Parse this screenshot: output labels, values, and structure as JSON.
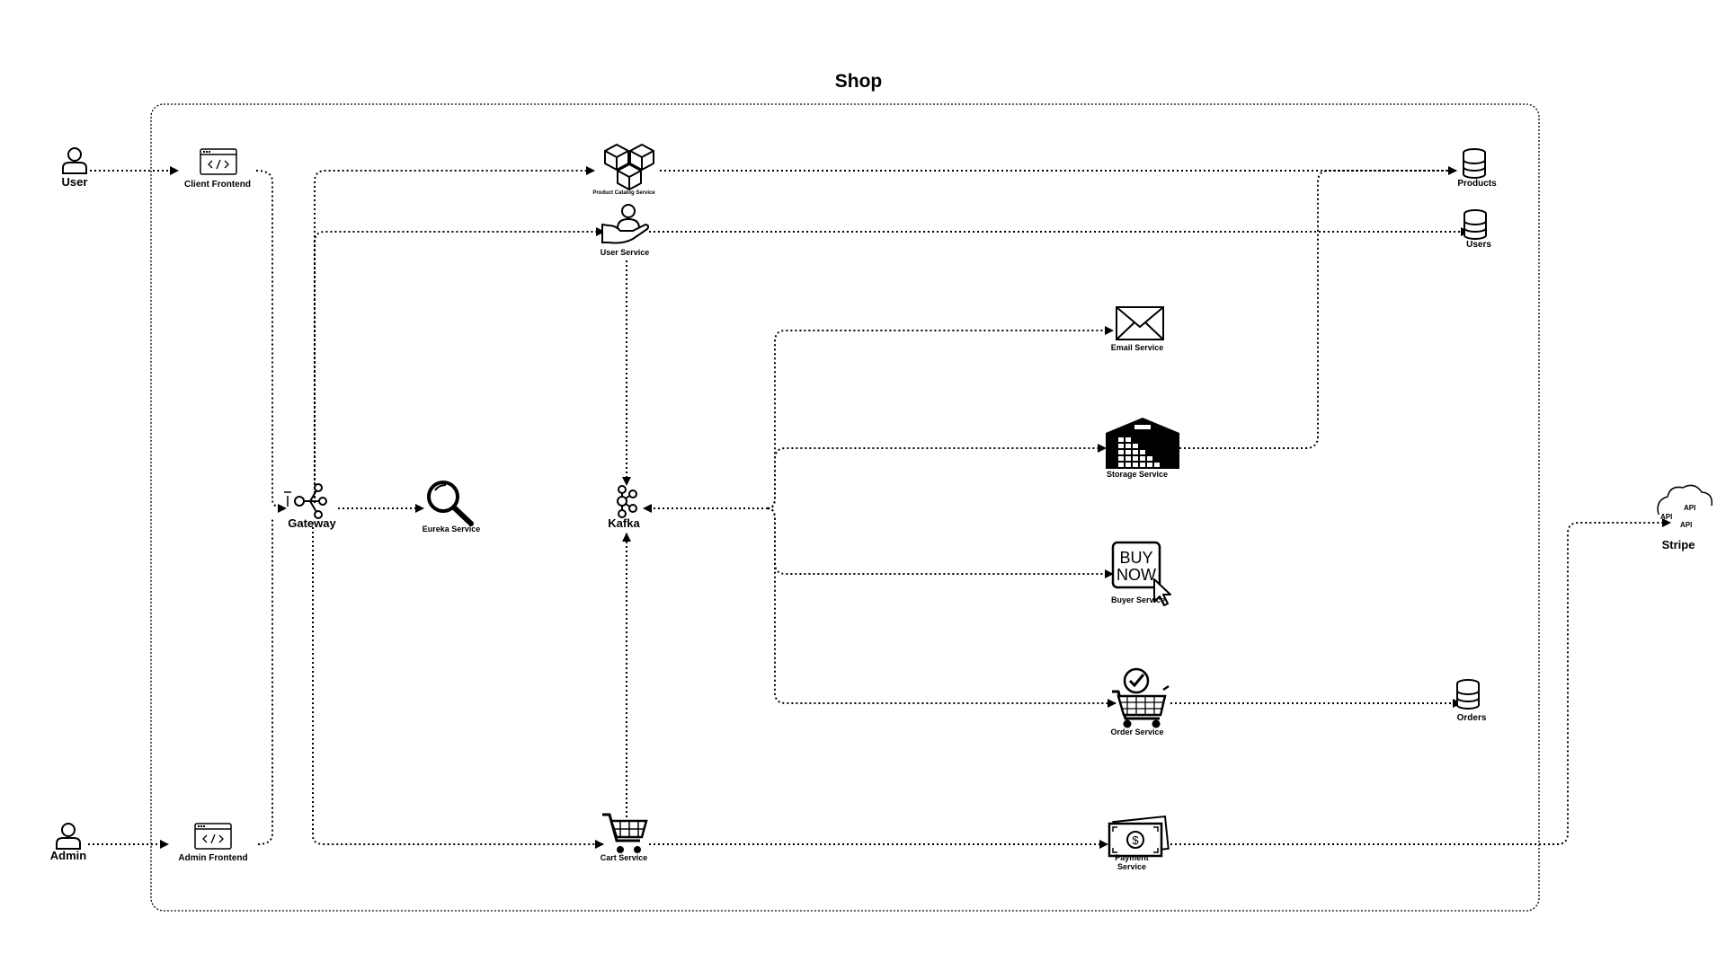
{
  "diagram": {
    "title": "Shop",
    "actors": {
      "user": "User",
      "admin": "Admin"
    },
    "frontends": {
      "client": "Client Frontend",
      "admin": "Admin Frontend"
    },
    "gateway": "Gateway",
    "eureka": "Eureka Service",
    "kafka": "Kafka",
    "services": {
      "product_catalog": "Product Catalog Service",
      "user": "User Service",
      "cart": "Cart Service",
      "email": "Email Service",
      "storage": "Storage Service",
      "buyer": "Buyer Service",
      "order": "Order Service",
      "payment": "Payment Service"
    },
    "databases": {
      "products": "Products",
      "users": "Users",
      "orders": "Orders"
    },
    "external": {
      "stripe": "Stripe"
    },
    "icon_text": {
      "buy_line1": "BUY",
      "buy_line2": "NOW",
      "api": "API"
    },
    "icons": {
      "user": "user-icon",
      "admin": "user-icon",
      "client_frontend": "code-window-icon",
      "admin_frontend": "code-window-icon",
      "gateway": "network-hub-icon",
      "eureka": "magnifier-icon",
      "kafka": "kafka-icon",
      "product_catalog": "boxes-icon",
      "user_service": "hand-user-icon",
      "cart": "shopping-cart-icon",
      "email": "envelope-icon",
      "storage": "warehouse-icon",
      "buyer": "buy-now-icon",
      "order": "cart-check-icon",
      "payment": "cash-icon",
      "database": "database-icon",
      "stripe": "cloud-api-icon"
    }
  }
}
